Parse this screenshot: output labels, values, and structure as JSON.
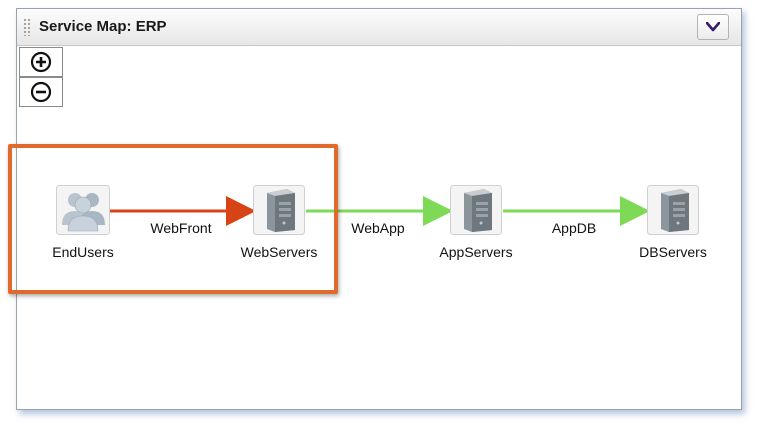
{
  "panel": {
    "title": "Service Map: ERP"
  },
  "icons": {
    "collapse": "chevron-down-icon",
    "zoom_in": "zoom-in-icon",
    "zoom_out": "zoom-out-icon",
    "users": "users-icon",
    "server": "server-icon"
  },
  "nodes": [
    {
      "id": "endusers",
      "label": "EndUsers",
      "type": "users"
    },
    {
      "id": "webservers",
      "label": "WebServers",
      "type": "server"
    },
    {
      "id": "appservers",
      "label": "AppServers",
      "type": "server"
    },
    {
      "id": "dbservers",
      "label": "DBServers",
      "type": "server"
    }
  ],
  "edges": [
    {
      "label": "WebFront",
      "from": "endusers",
      "to": "webservers",
      "color": "#d84315"
    },
    {
      "label": "WebApp",
      "from": "webservers",
      "to": "appservers",
      "color": "#7ed957"
    },
    {
      "label": "AppDB",
      "from": "appservers",
      "to": "dbservers",
      "color": "#7ed957"
    }
  ],
  "colors": {
    "highlight": "#e06a2c",
    "chevron": "#3b1a6b"
  }
}
